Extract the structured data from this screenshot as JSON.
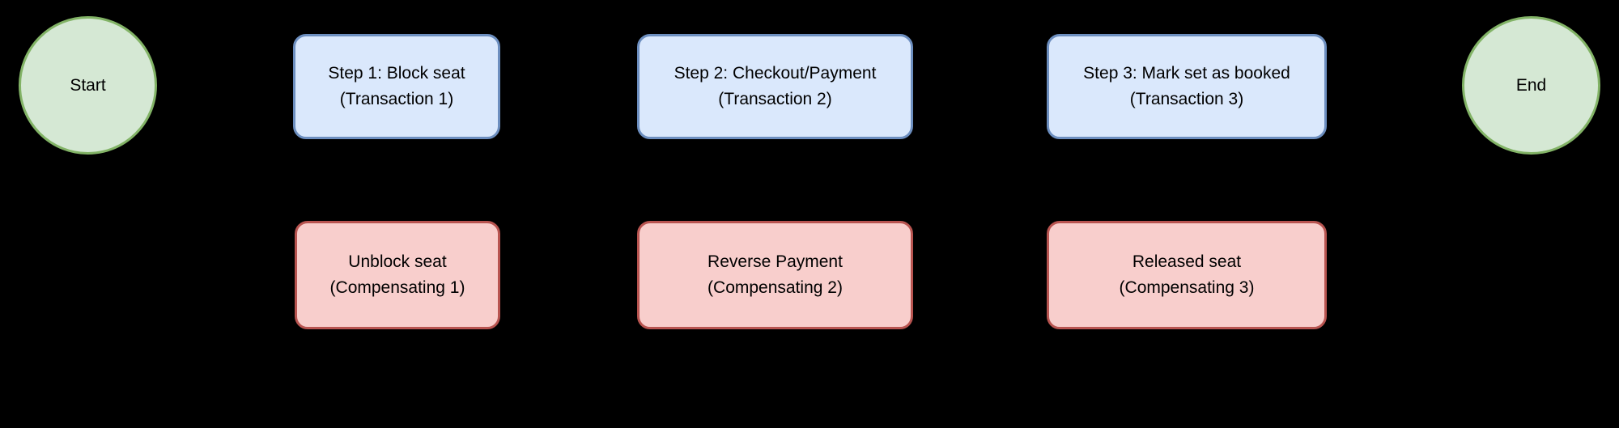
{
  "canvas": {
    "background": "#000000"
  },
  "colors": {
    "start_end_fill": "#d5e8d4",
    "start_end_stroke": "#82b366",
    "transaction_fill": "#dae8fc",
    "transaction_stroke": "#6c8ebf",
    "compensating_fill": "#f8cecc",
    "compensating_stroke": "#b85450",
    "text": "#000000"
  },
  "nodes": {
    "start": {
      "label": "Start"
    },
    "end": {
      "label": "End"
    },
    "transactions": [
      {
        "line1": "Step 1: Block seat",
        "line2": "(Transaction 1)"
      },
      {
        "line1": "Step 2: Checkout/Payment",
        "line2": "(Transaction 2)"
      },
      {
        "line1": "Step 3: Mark set as booked",
        "line2": "(Transaction 3)"
      }
    ],
    "compensating": [
      {
        "line1": "Unblock seat",
        "line2": "(Compensating 1)"
      },
      {
        "line1": "Reverse Payment",
        "line2": "(Compensating 2)"
      },
      {
        "line1": "Released seat",
        "line2": "(Compensating 3)"
      }
    ]
  }
}
